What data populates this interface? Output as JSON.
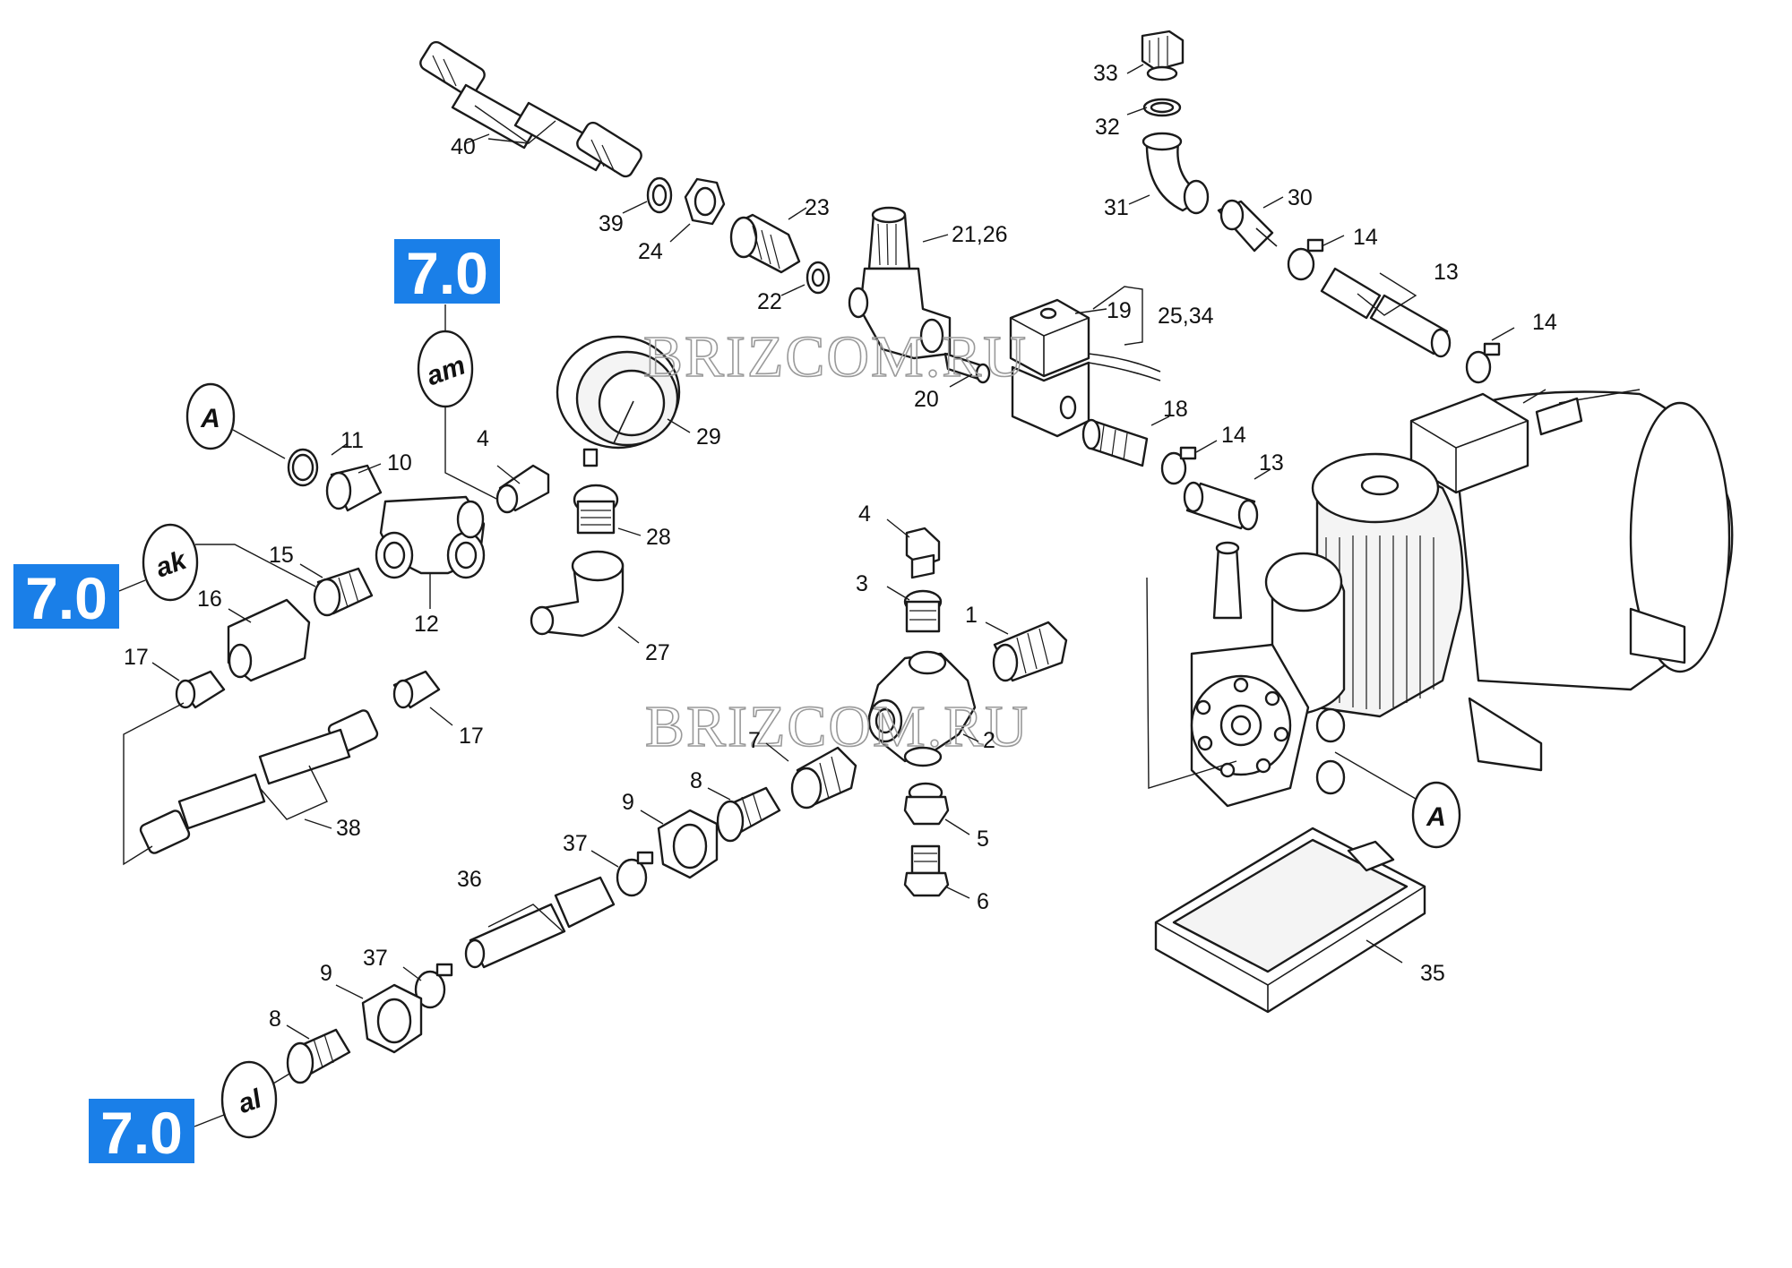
{
  "colors": {
    "badge": "#1a7fe8",
    "ink": "#1a1a1a",
    "watermark": "#9a9a9a",
    "background": "#ffffff"
  },
  "watermarks": [
    "BRIZCOM.RU",
    "BRIZCOM.RU"
  ],
  "badges": [
    "7.0",
    "7.0",
    "7.0"
  ],
  "bubbles": {
    "a_upper": "A",
    "am": "am",
    "ak": "ak",
    "al": "al",
    "a_lower": "A"
  },
  "callouts": {
    "p1": "1",
    "p2": "2",
    "p3": "3",
    "p4a": "4",
    "p4b": "4",
    "p5": "5",
    "p6": "6",
    "p7": "7",
    "p8a": "8",
    "p8b": "8",
    "p9a": "9",
    "p9b": "9",
    "p10": "10",
    "p11": "11",
    "p12": "12",
    "p13a": "13",
    "p13b": "13",
    "p14a": "14",
    "p14b": "14",
    "p14c": "14",
    "p15": "15",
    "p16": "16",
    "p17a": "17",
    "p17b": "17",
    "p18": "18",
    "p19": "19",
    "p20": "20",
    "p21_26": "21,26",
    "p22": "22",
    "p23": "23",
    "p24": "24",
    "p25_34": "25,34",
    "p27": "27",
    "p28": "28",
    "p29": "29",
    "p30": "30",
    "p31": "31",
    "p32": "32",
    "p33": "33",
    "p35": "35",
    "p36": "36",
    "p37a": "37",
    "p37b": "37",
    "p38": "38",
    "p39": "39",
    "p40": "40"
  }
}
